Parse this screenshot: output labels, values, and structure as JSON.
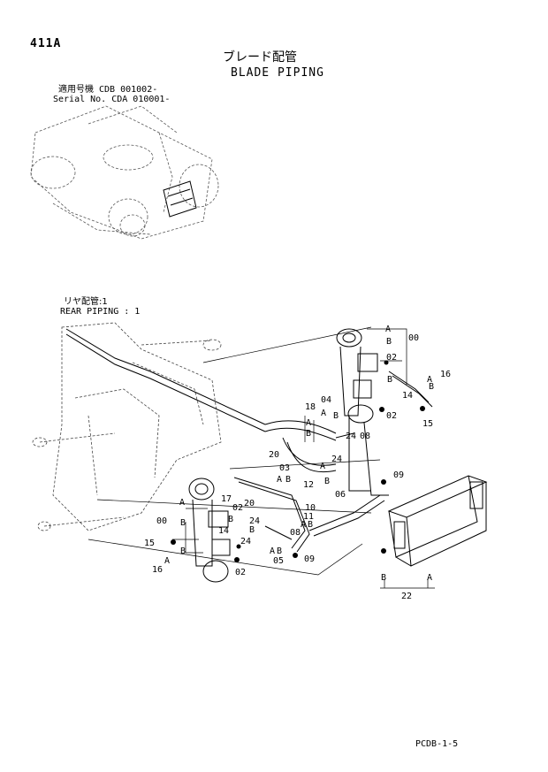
{
  "header": {
    "page_code": "411A",
    "title_jp": "ブレード配管",
    "title_en": "BLADE PIPING",
    "serial_line_jp": "適用号機  CDB 001002-",
    "serial_line_en": "Serial No. CDA 010001-"
  },
  "sub_view": {
    "label_jp": "リヤ配管:1",
    "label_en": "REAR PIPING : 1"
  },
  "footer": {
    "code": "PCDB-1-5"
  },
  "callouts": [
    {
      "id": "c00a",
      "text": "00"
    },
    {
      "id": "c02a",
      "text": "02"
    },
    {
      "id": "c16a",
      "text": "16"
    },
    {
      "id": "c14a",
      "text": "14"
    },
    {
      "id": "c15a",
      "text": "15"
    },
    {
      "id": "c18",
      "text": "18"
    },
    {
      "id": "c04",
      "text": "04"
    },
    {
      "id": "c02b",
      "text": "02"
    },
    {
      "id": "c24a",
      "text": "24"
    },
    {
      "id": "c08a",
      "text": "08"
    },
    {
      "id": "c20a",
      "text": "20"
    },
    {
      "id": "c12",
      "text": "12"
    },
    {
      "id": "c24b",
      "text": "24"
    },
    {
      "id": "c06",
      "text": "06"
    },
    {
      "id": "c03",
      "text": "03"
    },
    {
      "id": "c09a",
      "text": "09"
    },
    {
      "id": "c17",
      "text": "17"
    },
    {
      "id": "c02c",
      "text": "02"
    },
    {
      "id": "c20b",
      "text": "20"
    },
    {
      "id": "c24c",
      "text": "24"
    },
    {
      "id": "c10",
      "text": "10"
    },
    {
      "id": "c11",
      "text": "11"
    },
    {
      "id": "c00b",
      "text": "00"
    },
    {
      "id": "c08b",
      "text": "08"
    },
    {
      "id": "c14b",
      "text": "14"
    },
    {
      "id": "c24d",
      "text": "24"
    },
    {
      "id": "c05",
      "text": "05"
    },
    {
      "id": "c09b",
      "text": "09"
    },
    {
      "id": "c15b",
      "text": "15"
    },
    {
      "id": "c16b",
      "text": "16"
    },
    {
      "id": "c02d",
      "text": "02"
    },
    {
      "id": "c22",
      "text": "22"
    }
  ],
  "port_letters": {
    "a": "A",
    "b": "B"
  }
}
